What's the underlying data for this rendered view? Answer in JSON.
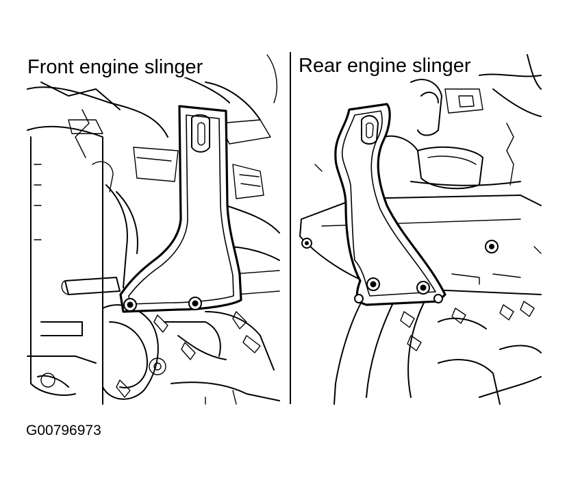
{
  "figure": {
    "front_label": "Front engine slinger",
    "rear_label": "Rear engine slinger",
    "figure_id": "G00796973"
  }
}
